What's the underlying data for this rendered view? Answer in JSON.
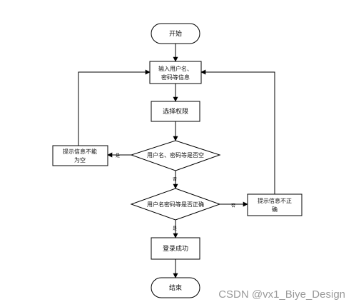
{
  "diagram": {
    "nodes": {
      "start": "开始",
      "input_line1": "输入用户名、",
      "input_line2": "密码等信息",
      "select_permission": "选择权限",
      "check_empty": "用户名、密码等是否空",
      "empty_error_line1": "提示信息不能",
      "empty_error_line2": "为空",
      "check_correct": "用户名密码等是否正确",
      "wrong_error_line1": "提示信息不正",
      "wrong_error_line2": "确",
      "login_success": "登录成功",
      "end": "结束"
    },
    "edges": {
      "empty_yes": "是",
      "empty_no": "否",
      "correct_no": "否",
      "correct_yes": "是"
    }
  },
  "watermark": "CSDN @vx1_Biye_Design"
}
